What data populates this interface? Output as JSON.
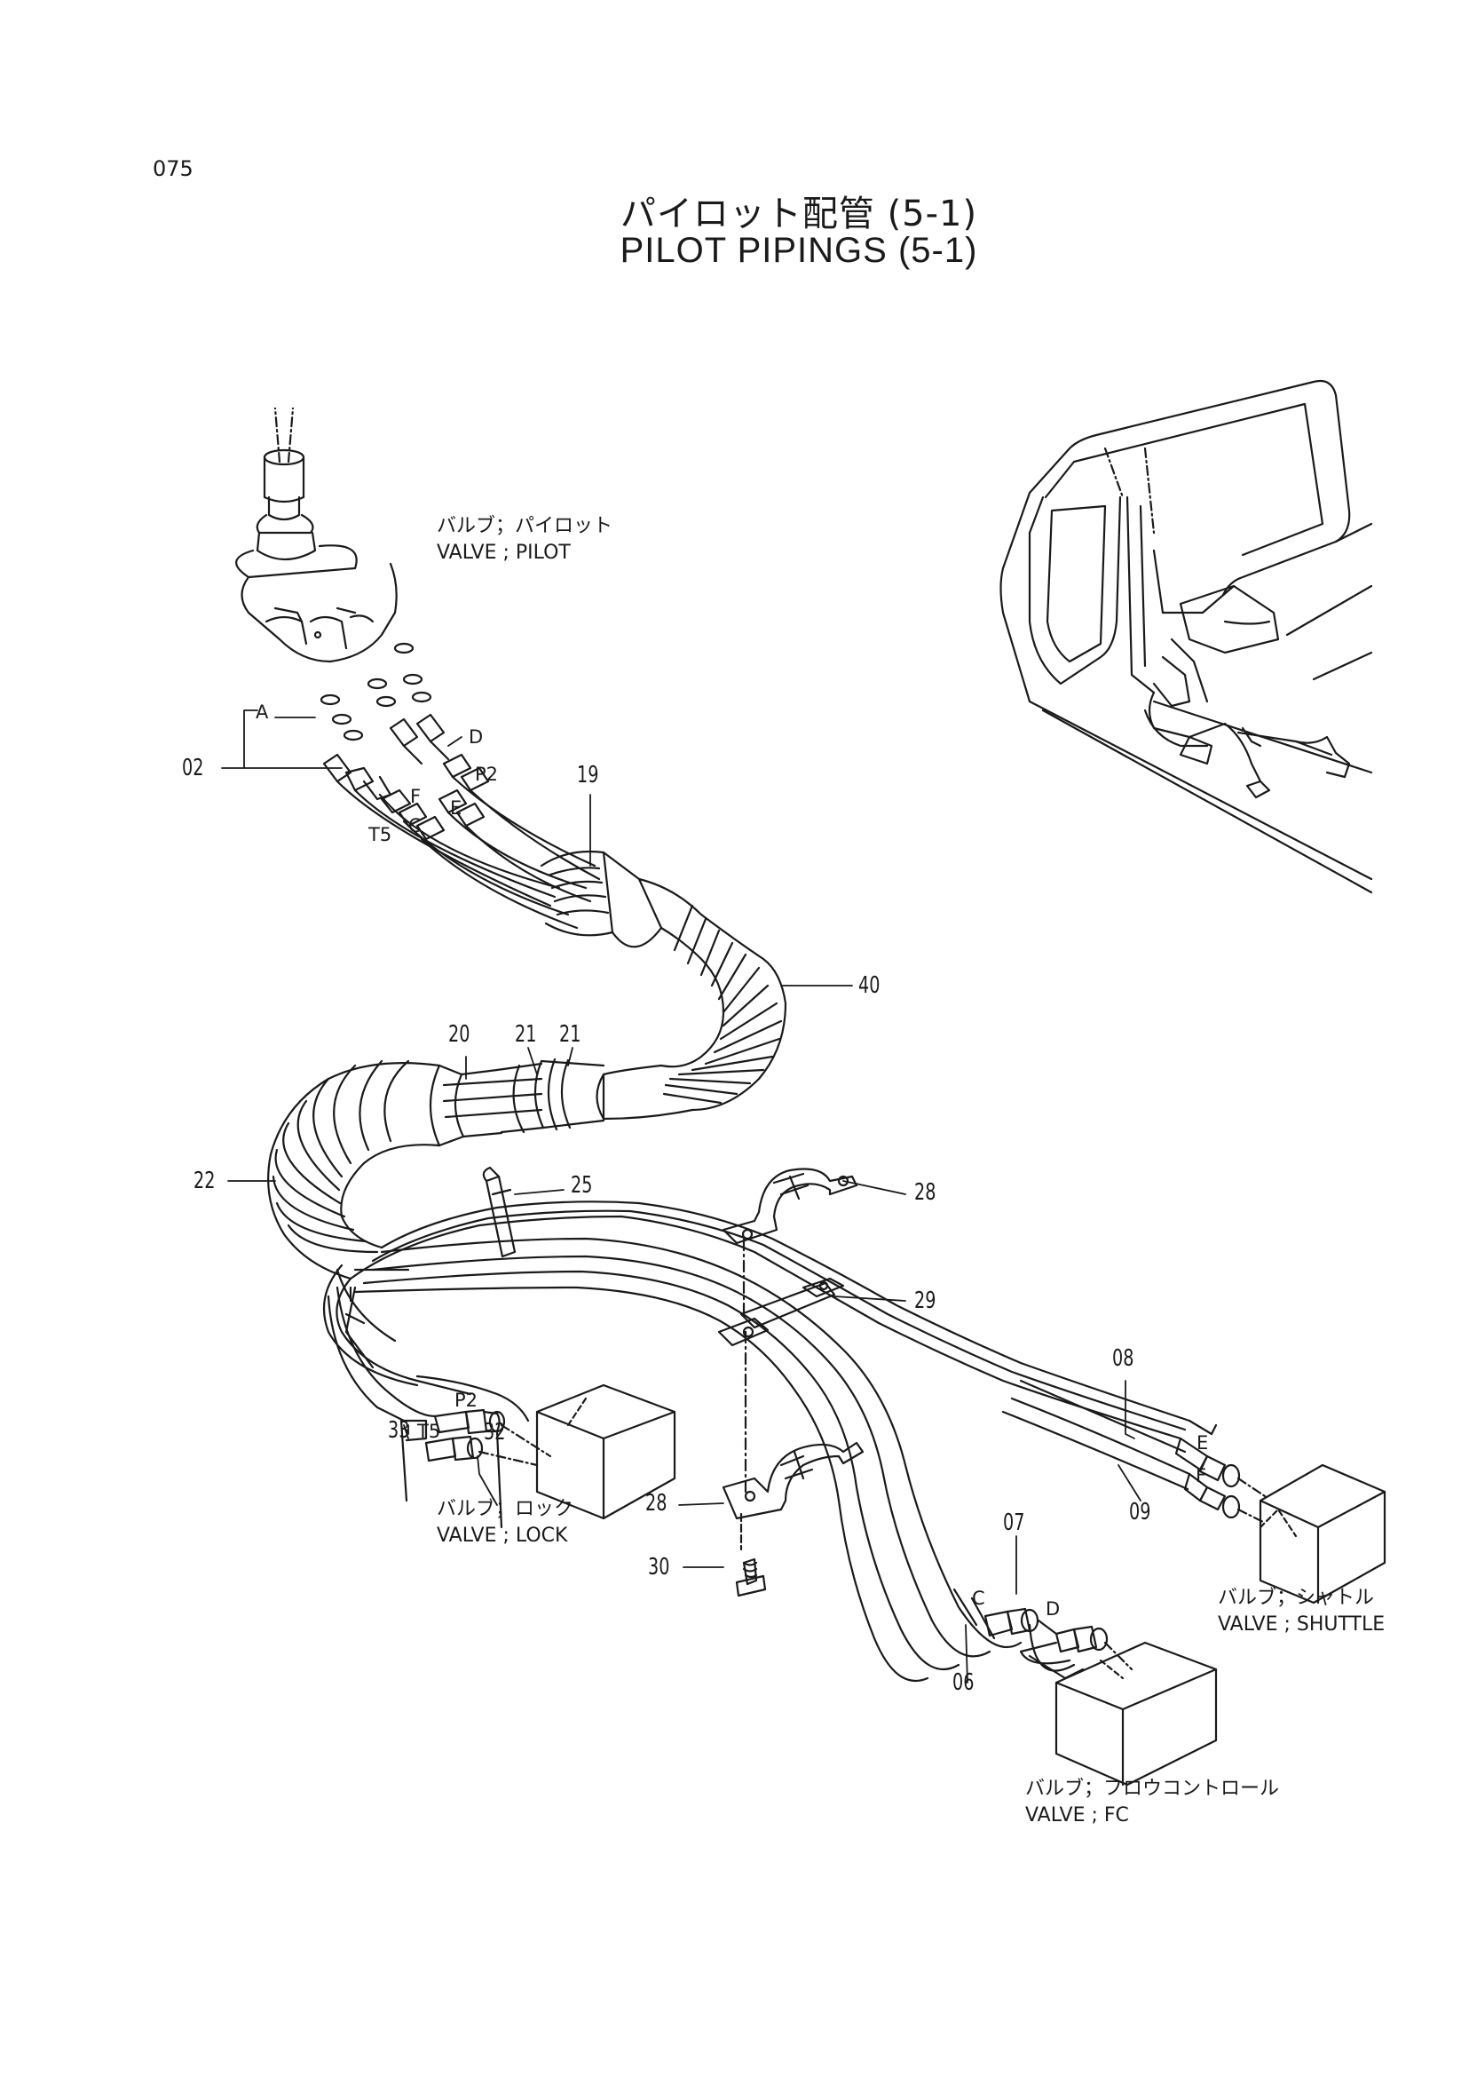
{
  "page_number": "075",
  "title_jp": "パイロット配管 (5-1)",
  "title_en": "PILOT PIPINGS (5-1)",
  "valves": {
    "pilot": {
      "jp": "バルブ；パイロット",
      "en": "VALVE ; PILOT"
    },
    "lock": {
      "jp": "バルブ；ロック",
      "en": "VALVE ; LOCK"
    },
    "shuttle": {
      "jp": "バルブ；シャトル",
      "en": "VALVE ; SHUTTLE"
    },
    "fc": {
      "jp": "バルブ；フロウコントロール",
      "en": "VALVE ; FC"
    }
  },
  "part_numbers": {
    "p02": "02",
    "p19": "19",
    "p40": "40",
    "p20": "20",
    "p21a": "21",
    "p21b": "21",
    "p22": "22",
    "p25": "25",
    "p28a": "28",
    "p28b": "28",
    "p29": "29",
    "p30": "30",
    "p33": "33",
    "p32": "32",
    "p08": "08",
    "p09": "09",
    "p07": "07",
    "p06": "06"
  },
  "port_labels": {
    "A": "A",
    "D": "D",
    "P2": "P2",
    "F": "F",
    "E": "E",
    "T5": "T5",
    "C": "C",
    "P2b": "P2",
    "T5b": "T5",
    "Eb": "E",
    "Fb": "F",
    "Cb": "C",
    "Db": "D"
  },
  "colors": {
    "ink": "#1a1a1a",
    "background": "#ffffff"
  }
}
